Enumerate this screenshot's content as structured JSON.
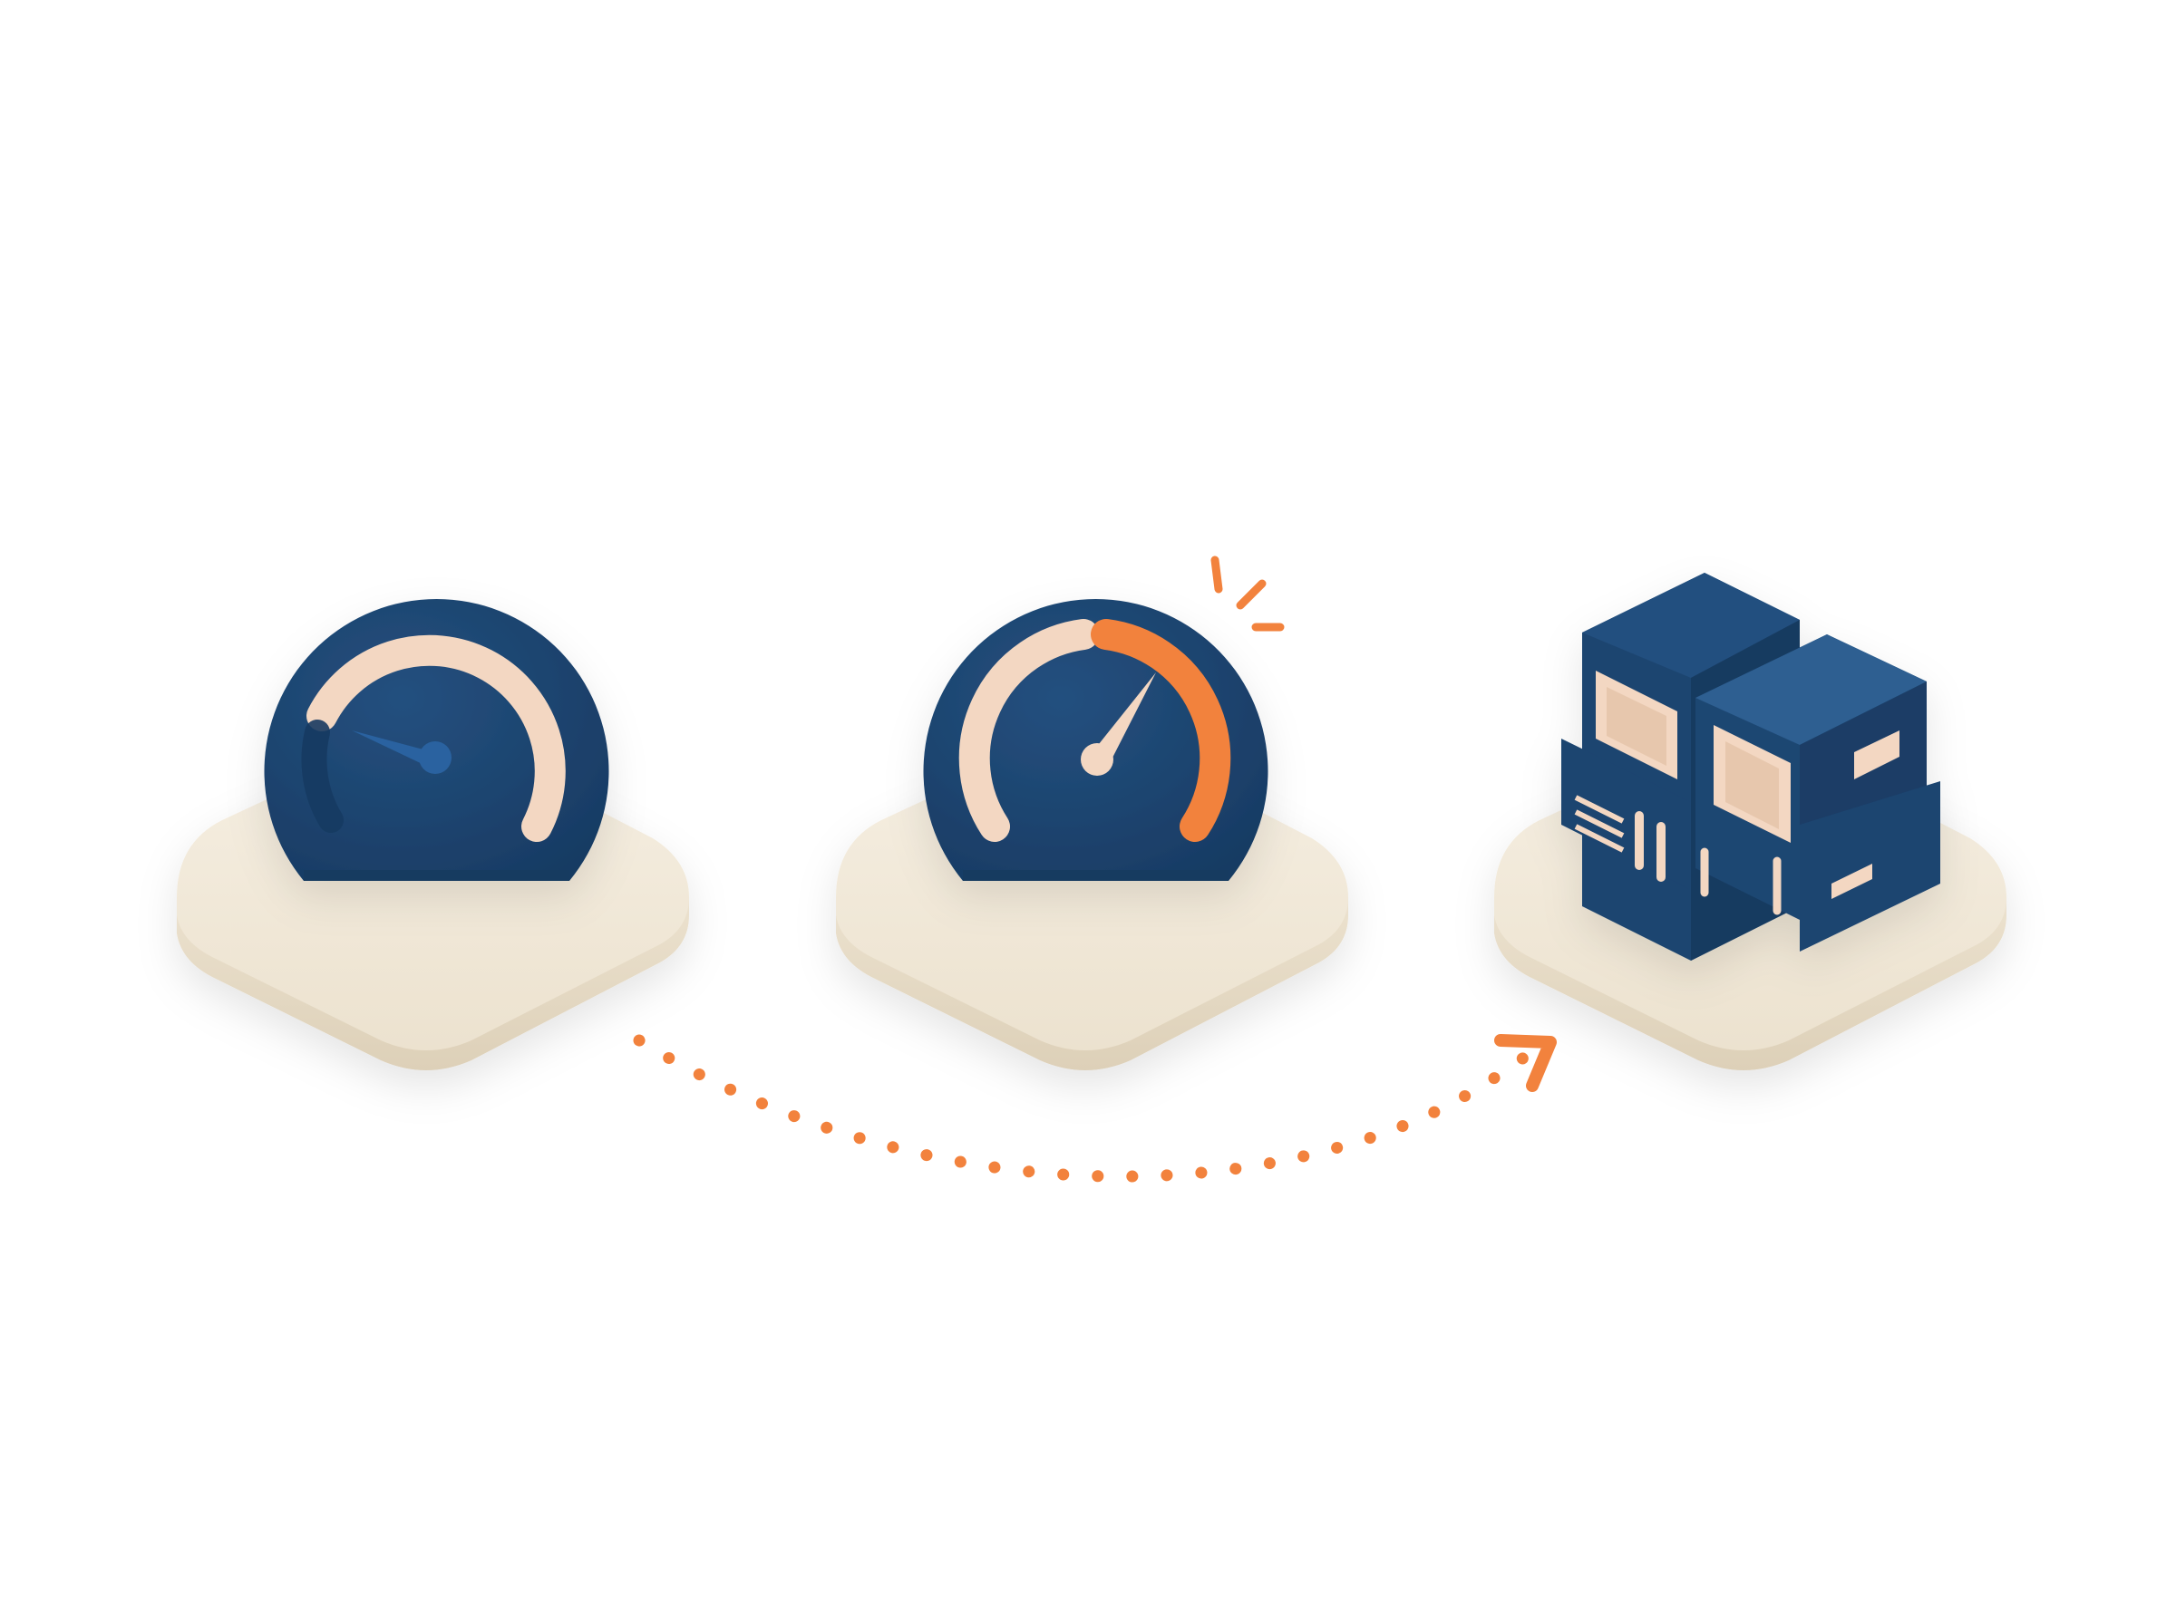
{
  "colors": {
    "background": "#ffffff",
    "navy": "#1f4672",
    "navy_dark": "#183a60",
    "blue_light": "#2d5f91",
    "cream": "#f0e7d6",
    "cream_side": "#e2d6c1",
    "peach": "#f3d7c2",
    "orange": "#f2823d"
  },
  "scene": {
    "items": [
      {
        "icon": "speedometer-low-icon",
        "gauge_level": 0.08
      },
      {
        "icon": "speedometer-high-icon",
        "gauge_level": 0.72,
        "highlight": true
      },
      {
        "icon": "buildings-icon"
      }
    ],
    "connector": {
      "icon": "dotted-arrow-icon",
      "style": "dotted",
      "direction": "left-to-right"
    }
  }
}
